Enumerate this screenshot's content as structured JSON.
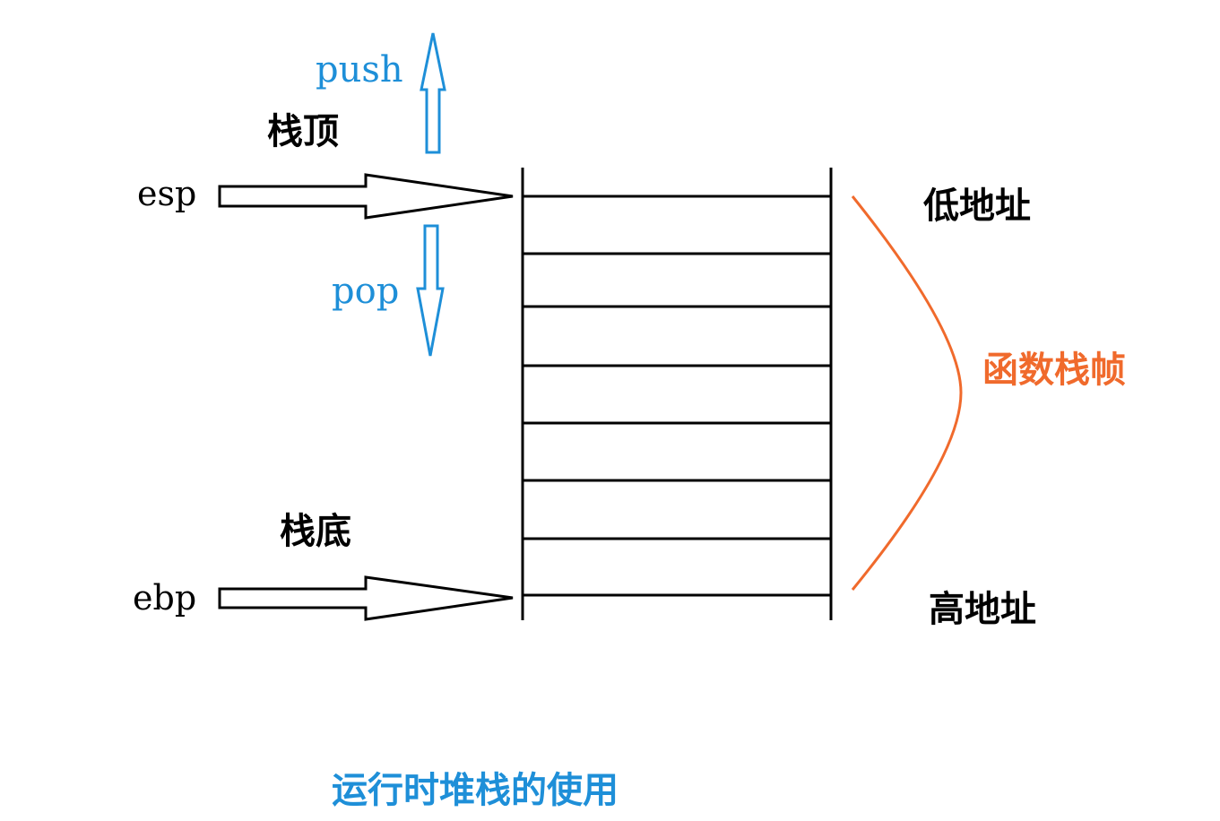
{
  "colors": {
    "ink": "#000000",
    "blue": "#1e8fd8",
    "orange": "#f06a2c",
    "background": "#ffffff"
  },
  "labels": {
    "push": "push",
    "pop": "pop",
    "stack_top": "栈顶",
    "stack_bottom": "栈底",
    "esp": "esp",
    "ebp": "ebp",
    "low_address": "低地址",
    "high_address": "高地址",
    "function_frame": "函数栈帧",
    "caption": "运行时堆栈的使用"
  },
  "stack": {
    "slot_count": 7
  }
}
